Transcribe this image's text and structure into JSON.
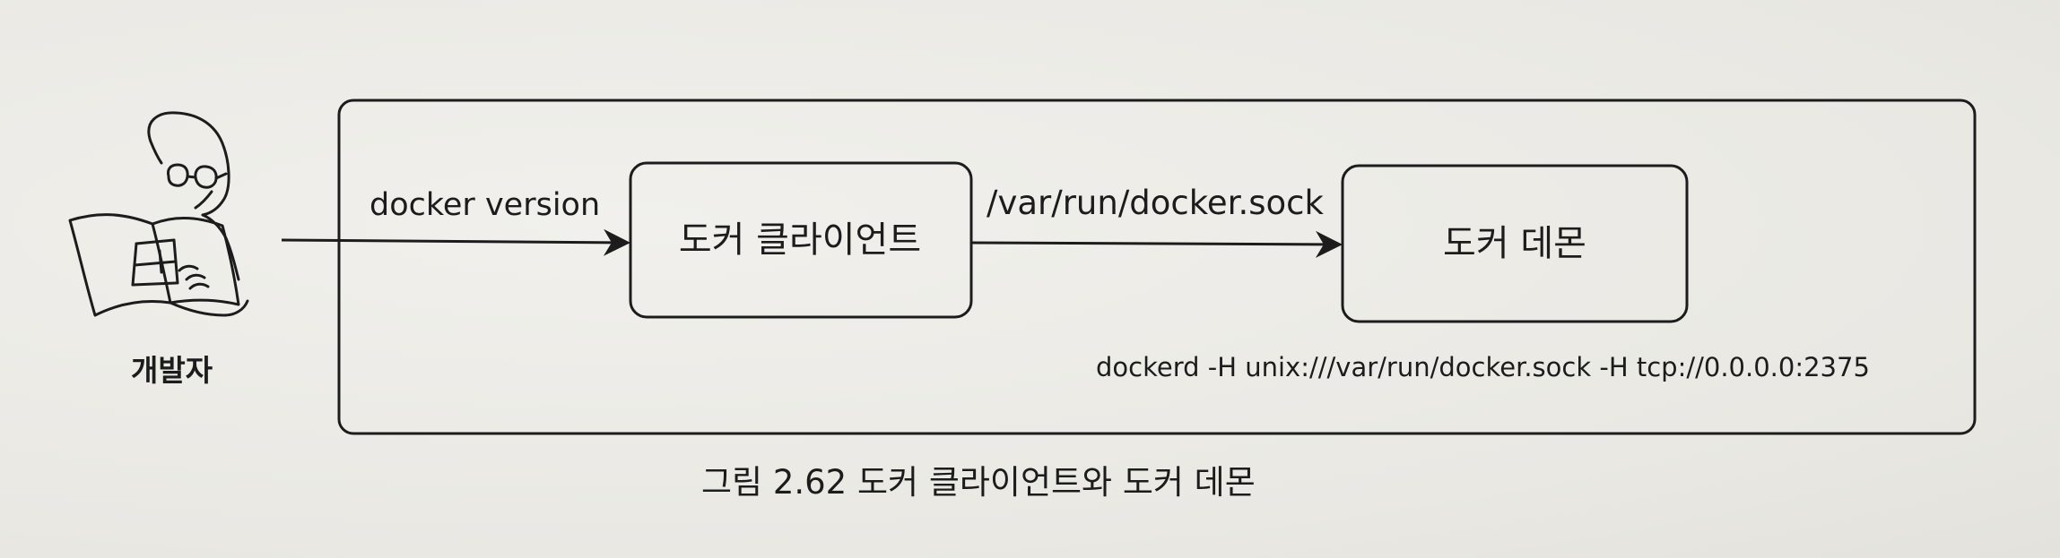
{
  "developer": {
    "label": "개발자"
  },
  "command": {
    "label": "docker version"
  },
  "client": {
    "label": "도커 클라이언트"
  },
  "socket": {
    "label": "/var/run/docker.sock"
  },
  "daemon": {
    "label": "도커 데몬"
  },
  "dockerd": {
    "command": "dockerd -H unix:///var/run/docker.sock -H tcp://0.0.0.0:2375"
  },
  "caption": {
    "text": "그림 2.62 도커 클라이언트와 도커 데몬"
  },
  "colors": {
    "ink": "#1c1c1c",
    "paper": "#ecebe7"
  }
}
